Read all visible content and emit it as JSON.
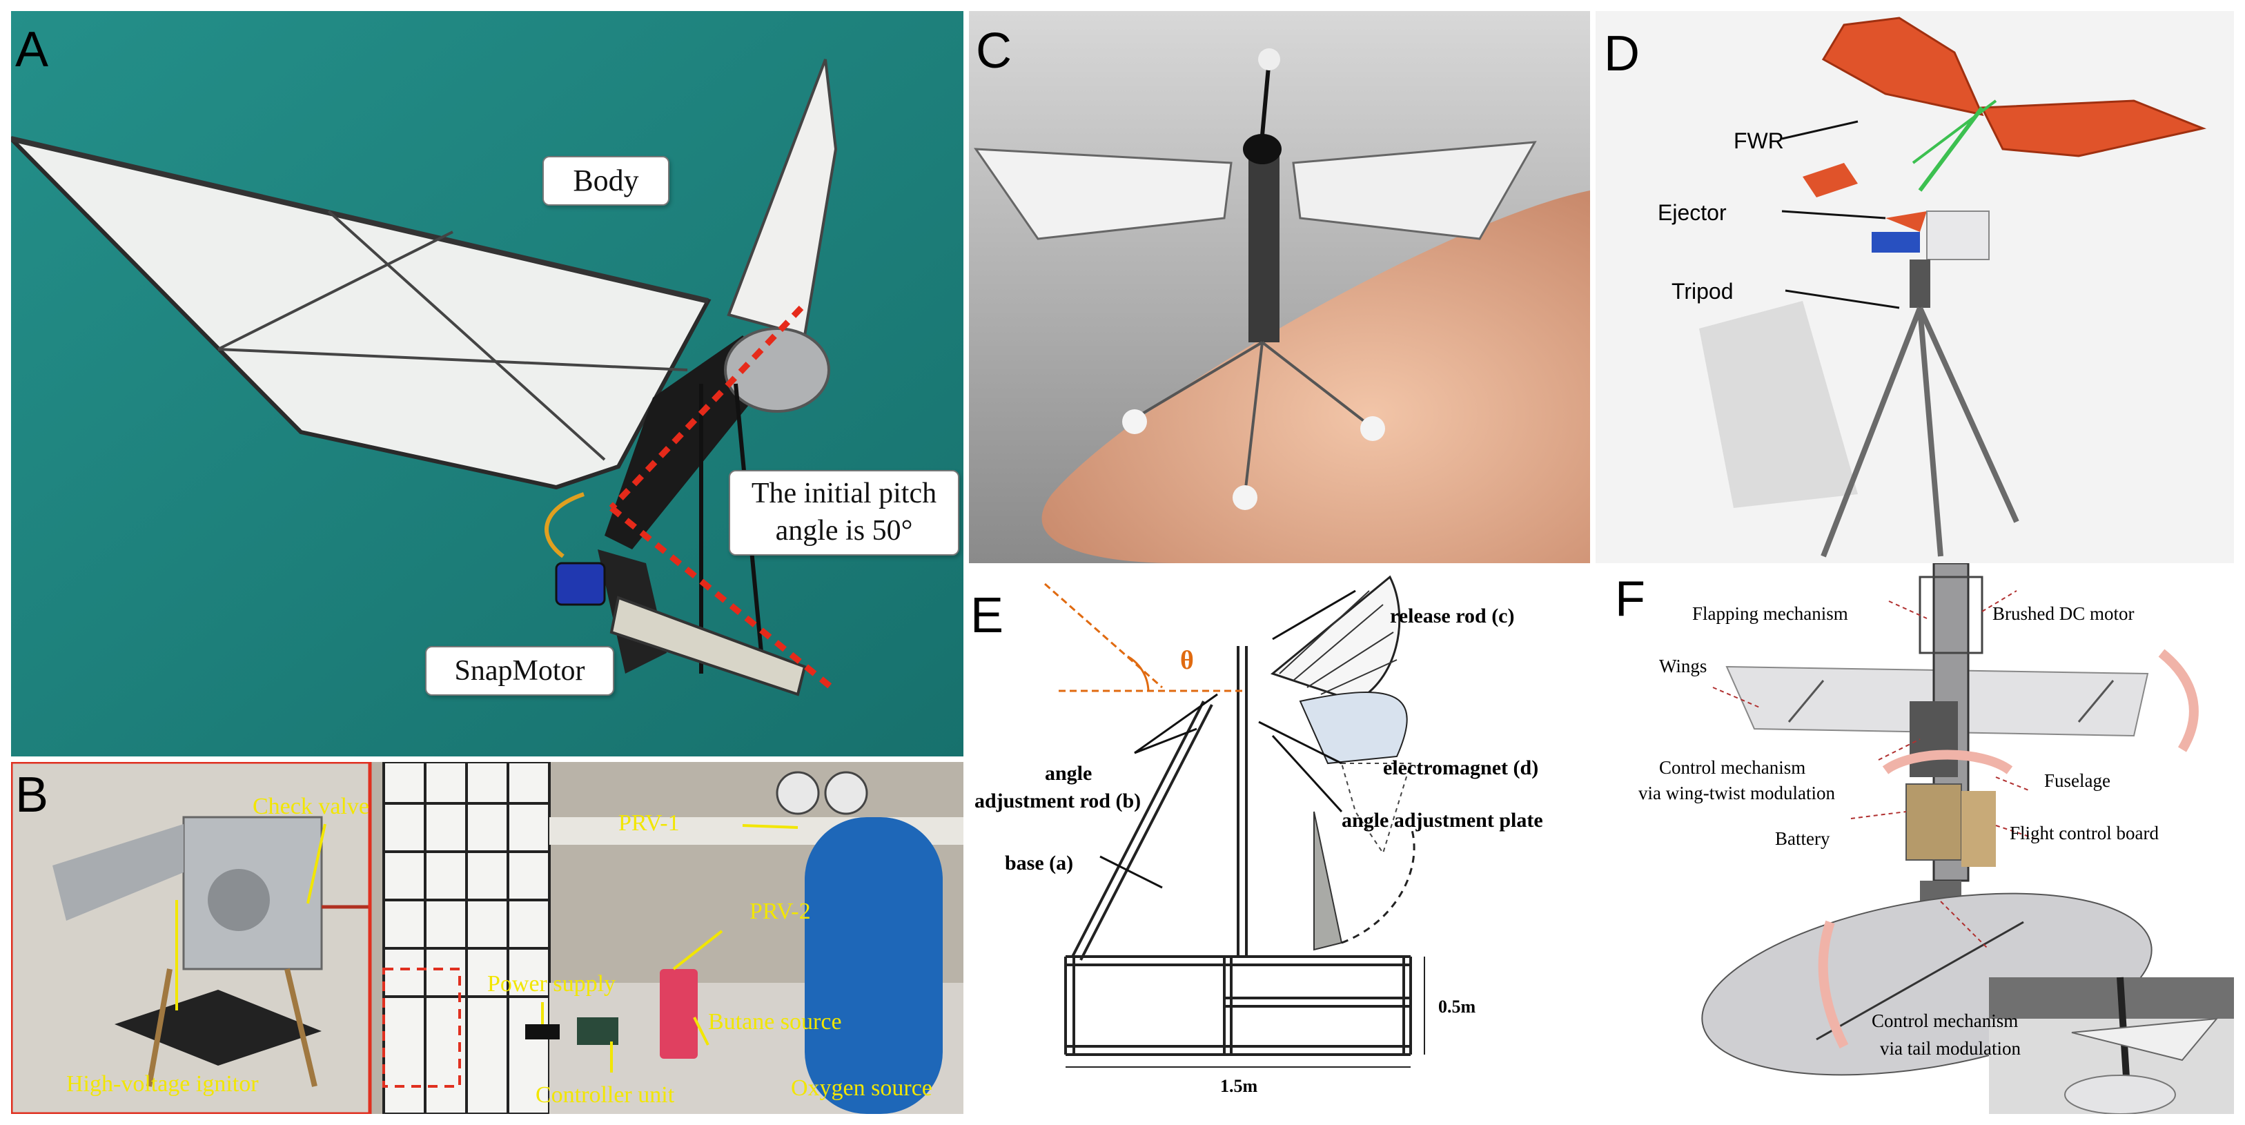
{
  "panels": {
    "a": {
      "letter": "A",
      "label_body": "Body",
      "label_pitch_line1": "The initial pitch",
      "label_pitch_line2": "angle is 50°",
      "label_motor": "SnapMotor",
      "colors": {
        "background": "#1f8a84",
        "wing": "#eef0ee",
        "pitch_line": "#e62a1a"
      }
    },
    "b": {
      "letter": "B",
      "label_check_valve": "Check valve",
      "label_ignitor": "High-voltage ignitor",
      "label_prv1": "PRV-1",
      "label_prv2": "PRV-2",
      "label_power": "Power supply",
      "label_butane": "Butane source",
      "label_controller": "Controller unit",
      "label_oxygen": "Oxygen source",
      "colors": {
        "label": "#f2e600",
        "frame": "#e03020",
        "cylinder": "#1e67b8"
      }
    },
    "c": {
      "letter": "C"
    },
    "d": {
      "letter": "D",
      "label_fwr": "FWR",
      "label_ejector": "Ejector",
      "label_tripod": "Tripod",
      "colors": {
        "wing": "#e0532a"
      }
    },
    "e": {
      "letter": "E",
      "label_theta": "θ",
      "label_release": "release rod (c)",
      "label_angle_rod_1": "angle",
      "label_angle_rod_2": "adjustment rod (b)",
      "label_electromagnet": "electromagnet (d)",
      "label_plate": "angle adjustment plate",
      "label_base": "base (a)",
      "label_height": "0.5m",
      "label_width": "1.5m",
      "colors": {
        "theta": "#e06a10"
      }
    },
    "f": {
      "letter": "F",
      "label_flapping": "Flapping mechanism",
      "label_motor": "Brushed DC motor",
      "label_wings": "Wings",
      "label_control_1": "Control mechanism",
      "label_control_2": "via wing-twist modulation",
      "label_fuselage": "Fuselage",
      "label_battery": "Battery",
      "label_fcb": "Flight control board",
      "label_tail_1": "Control mechanism",
      "label_tail_2": "via tail modulation",
      "colors": {
        "arrow": "#f0b3a8",
        "leader": "#b03030"
      }
    }
  }
}
